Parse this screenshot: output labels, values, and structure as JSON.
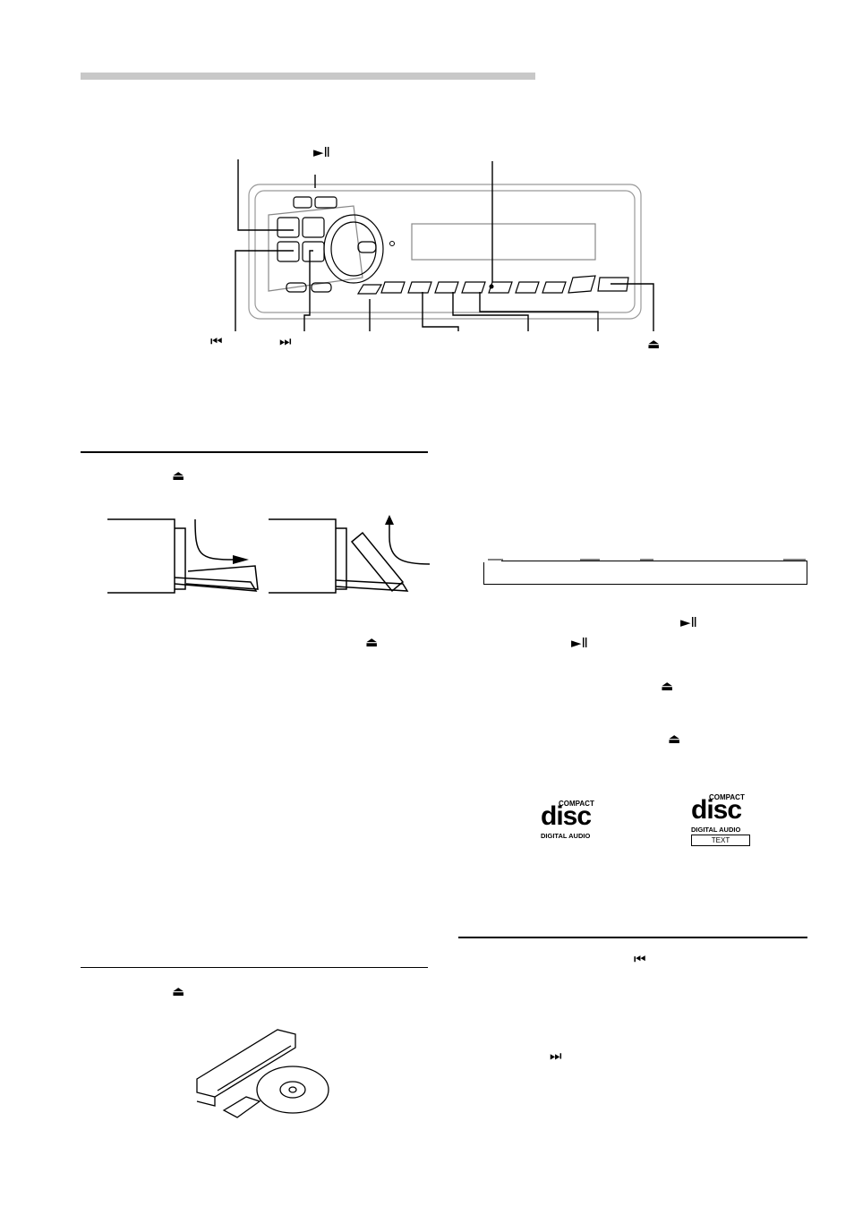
{
  "symbols": {
    "play_pause": "►Ⅱ",
    "eject": "⏏",
    "prev": "⏮",
    "next": "⏭"
  },
  "logos": {
    "cd_da": {
      "top": "COMPACT",
      "main": "disc",
      "bottom": "DIGITAL AUDIO"
    },
    "cd_text": {
      "top": "COMPACT",
      "main": "disc",
      "bottom": "DIGITAL AUDIO",
      "badge": "TEXT"
    }
  }
}
